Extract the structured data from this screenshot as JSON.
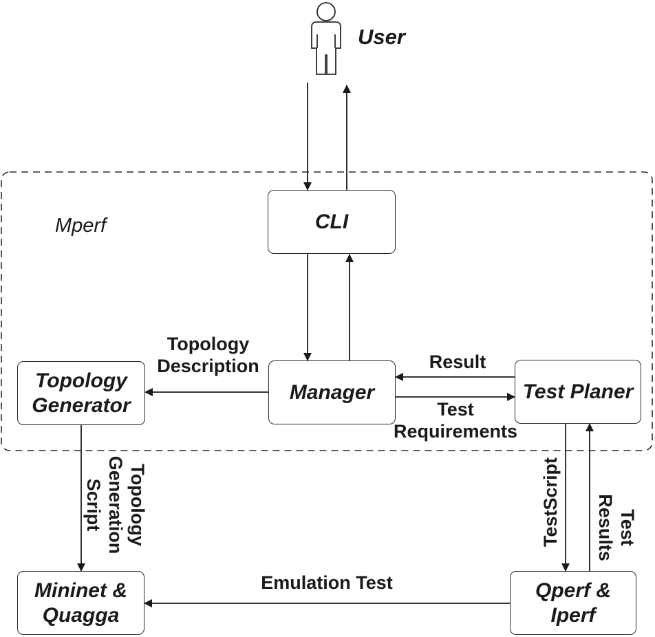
{
  "actor": {
    "name": "User"
  },
  "frame": {
    "title": "Mperf"
  },
  "nodes": {
    "cli": "CLI",
    "manager": "Manager",
    "topology_generator": [
      "Topology",
      "Generator"
    ],
    "test_planer": "Test Planer",
    "mininet": [
      "Mininet &",
      "Quagga"
    ],
    "qperf": [
      "Qperf &",
      "Iperf"
    ]
  },
  "edges": {
    "topology_description": [
      "Topology",
      "Description"
    ],
    "result": "Result",
    "test_requirements": [
      "Test",
      "Requirements"
    ],
    "topology_generation_script": [
      "Topology",
      "Generation",
      "Script"
    ],
    "test_script": "TestScript",
    "test_results": [
      "Test",
      "Results"
    ],
    "emulation_test": "Emulation Test"
  }
}
